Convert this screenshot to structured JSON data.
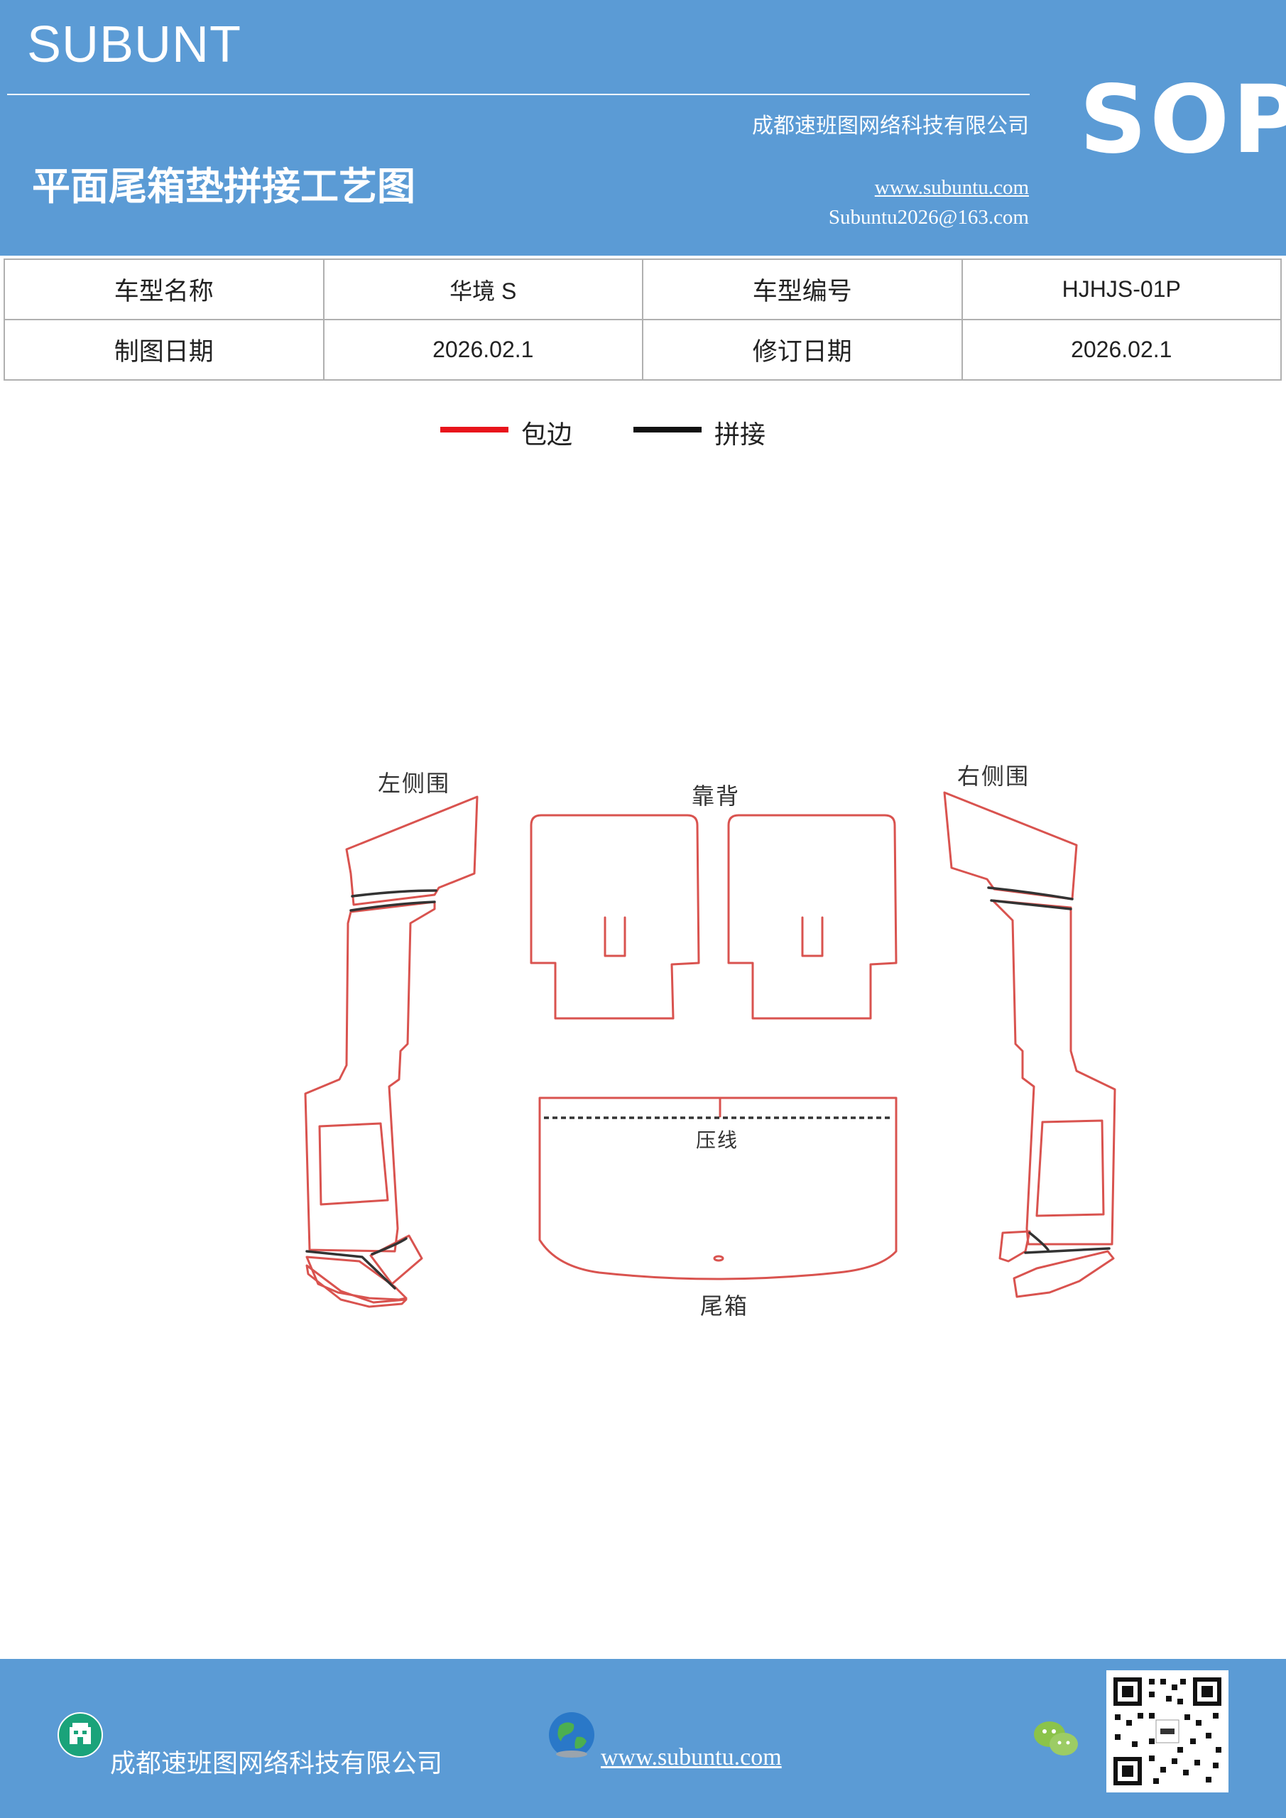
{
  "header": {
    "brand": "SUBUNT",
    "company": "成都速班图网络科技有限公司",
    "title": "平面尾箱垫拼接工艺图",
    "website": "www.subuntu.com",
    "email": "Subuntu2026@163.com",
    "badge": "SOP"
  },
  "info_table": {
    "rows": [
      [
        "车型名称",
        "华境 S",
        "车型编号",
        "HJHJS-01P"
      ],
      [
        "制图日期",
        "2026.02.1",
        "修订日期",
        "2026.02.1"
      ]
    ]
  },
  "legend": {
    "items": [
      {
        "label": "包边",
        "color": "#e8141b"
      },
      {
        "label": "拼接",
        "color": "#111111"
      }
    ]
  },
  "diagram": {
    "left_side": "左侧围",
    "backrest": "靠背",
    "right_side": "右侧围",
    "crease": "压线",
    "trunk": "尾箱",
    "outline_color": "#d9534f",
    "seam_color": "#333333"
  },
  "footer": {
    "company": "成都速班图网络科技有限公司",
    "website": "www.subuntu.com"
  },
  "icons": [
    "building-icon",
    "globe-icon",
    "wechat-icon",
    "qr-code"
  ]
}
